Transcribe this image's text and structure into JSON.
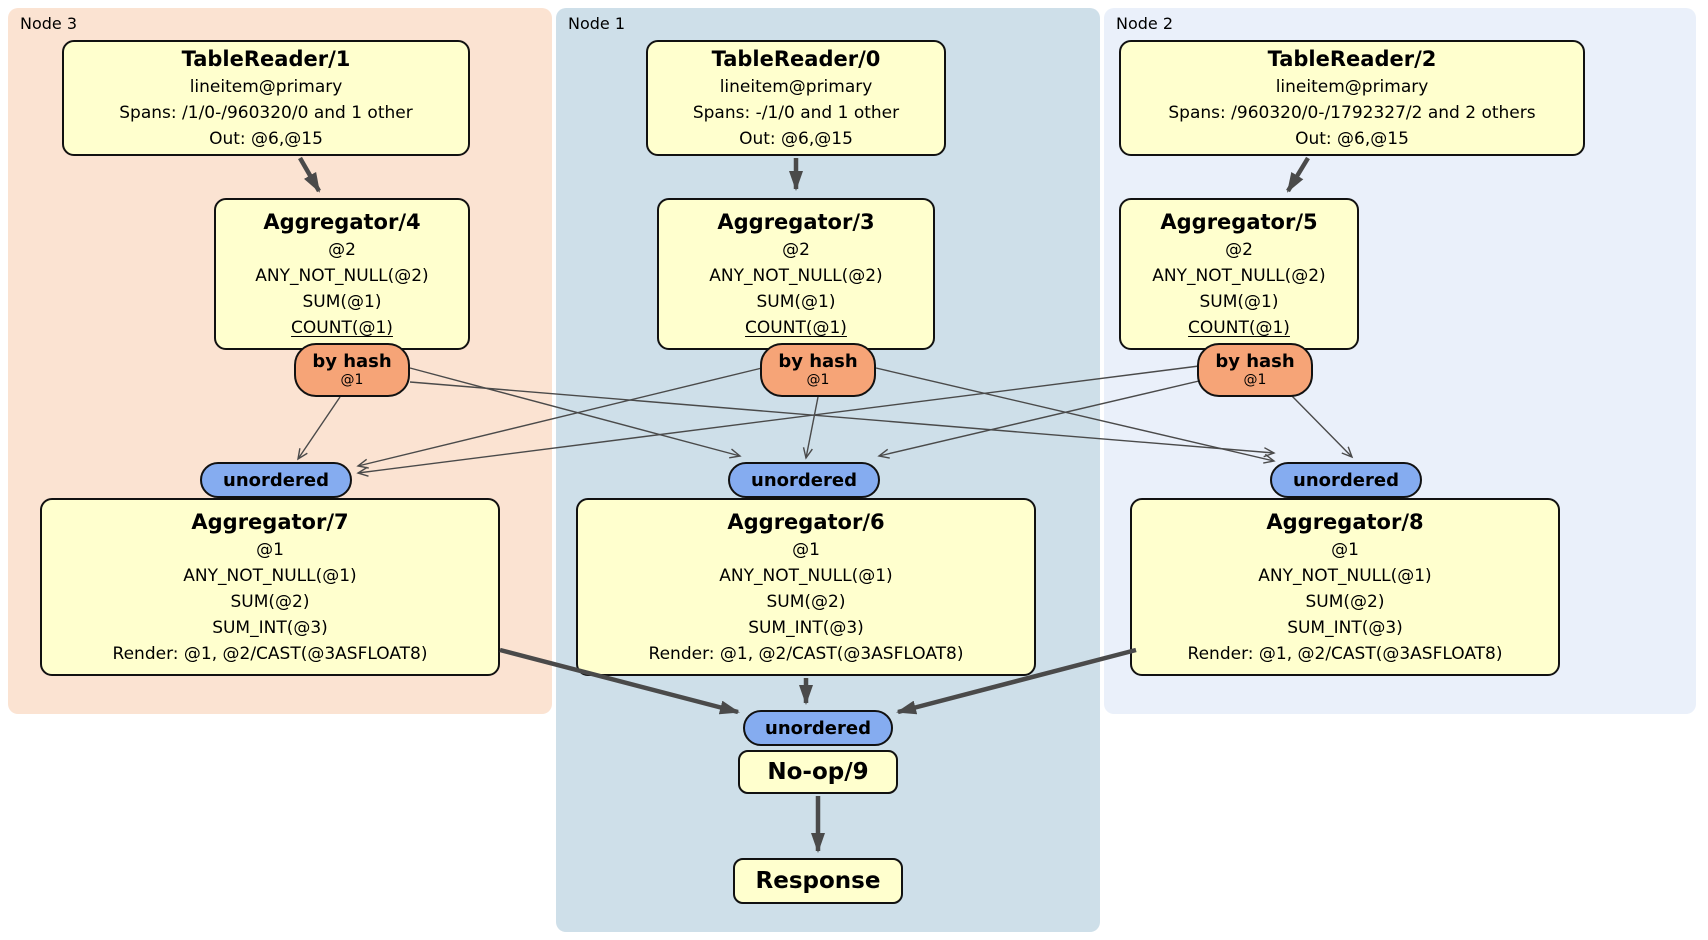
{
  "regions": [
    {
      "label": "Node 3",
      "bg": "#fbe3d2"
    },
    {
      "label": "Node 1",
      "bg": "#cedfe9"
    },
    {
      "label": "Node 2",
      "bg": "#eaf0fa"
    }
  ],
  "nodes": [
    {
      "table_reader": {
        "title": "TableReader/1",
        "lines": [
          "lineitem@primary",
          "Spans: /1/0-/960320/0 and 1 other",
          "Out: @6,@15"
        ]
      },
      "aggregator": {
        "title": "Aggregator/4",
        "lines": [
          "@2",
          "ANY_NOT_NULL(@2)",
          "SUM(@1)",
          "COUNT(@1)"
        ]
      },
      "router": {
        "label": "by hash",
        "key": "@1"
      },
      "sync": {
        "label": "unordered"
      },
      "final_aggregator": {
        "title": "Aggregator/7",
        "lines": [
          "@1",
          "ANY_NOT_NULL(@1)",
          "SUM(@2)",
          "SUM_INT(@3)",
          "Render: @1, @2/CAST(@3ASFLOAT8)"
        ]
      }
    },
    {
      "table_reader": {
        "title": "TableReader/0",
        "lines": [
          "lineitem@primary",
          "Spans: -/1/0 and 1 other",
          "Out: @6,@15"
        ]
      },
      "aggregator": {
        "title": "Aggregator/3",
        "lines": [
          "@2",
          "ANY_NOT_NULL(@2)",
          "SUM(@1)",
          "COUNT(@1)"
        ]
      },
      "router": {
        "label": "by hash",
        "key": "@1"
      },
      "sync": {
        "label": "unordered"
      },
      "final_aggregator": {
        "title": "Aggregator/6",
        "lines": [
          "@1",
          "ANY_NOT_NULL(@1)",
          "SUM(@2)",
          "SUM_INT(@3)",
          "Render: @1, @2/CAST(@3ASFLOAT8)"
        ]
      }
    },
    {
      "table_reader": {
        "title": "TableReader/2",
        "lines": [
          "lineitem@primary",
          "Spans: /960320/0-/1792327/2 and 2 others",
          "Out: @6,@15"
        ]
      },
      "aggregator": {
        "title": "Aggregator/5",
        "lines": [
          "@2",
          "ANY_NOT_NULL(@2)",
          "SUM(@1)",
          "COUNT(@1)"
        ]
      },
      "router": {
        "label": "by hash",
        "key": "@1"
      },
      "sync": {
        "label": "unordered"
      },
      "final_aggregator": {
        "title": "Aggregator/8",
        "lines": [
          "@1",
          "ANY_NOT_NULL(@1)",
          "SUM(@2)",
          "SUM_INT(@3)",
          "Render: @1, @2/CAST(@3ASFLOAT8)"
        ]
      }
    }
  ],
  "output": {
    "sync_label": "unordered",
    "noop_label": "No-op/9",
    "response_label": "Response"
  },
  "colors": {
    "node3_bg": "#fbe3d2",
    "node1_bg": "#cedfe9",
    "node2_bg": "#eaf0fa",
    "processor_bg": "#ffffce",
    "router_bg": "#f6a477",
    "sync_bg": "#85acf0",
    "border": "#111111",
    "edge": "#4a4a4a"
  }
}
